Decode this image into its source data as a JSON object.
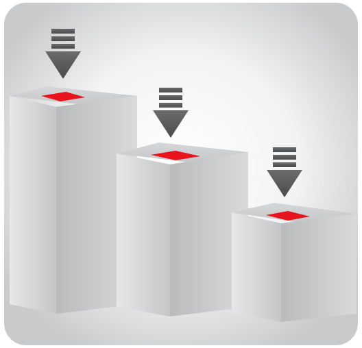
{
  "illustration": {
    "kind": "three-blocks-with-down-arrows",
    "blocks": [
      {
        "name": "tall",
        "level": 3,
        "marker_color": "#e8131c",
        "arrow_icon": "arrow-down-icon"
      },
      {
        "name": "medium",
        "level": 2,
        "marker_color": "#e8131c",
        "arrow_icon": "arrow-down-icon"
      },
      {
        "name": "short",
        "level": 1,
        "marker_color": "#e8131c",
        "arrow_icon": "arrow-down-icon"
      }
    ],
    "colors": {
      "background_center": "#ffffff",
      "background_edge": "#c9cacb",
      "block_front_light": "#e3e4e5",
      "block_front_dark": "#a9abad",
      "block_top": "#cfd0d1",
      "arrow": "#58595b",
      "marker": "#e8131c"
    }
  }
}
